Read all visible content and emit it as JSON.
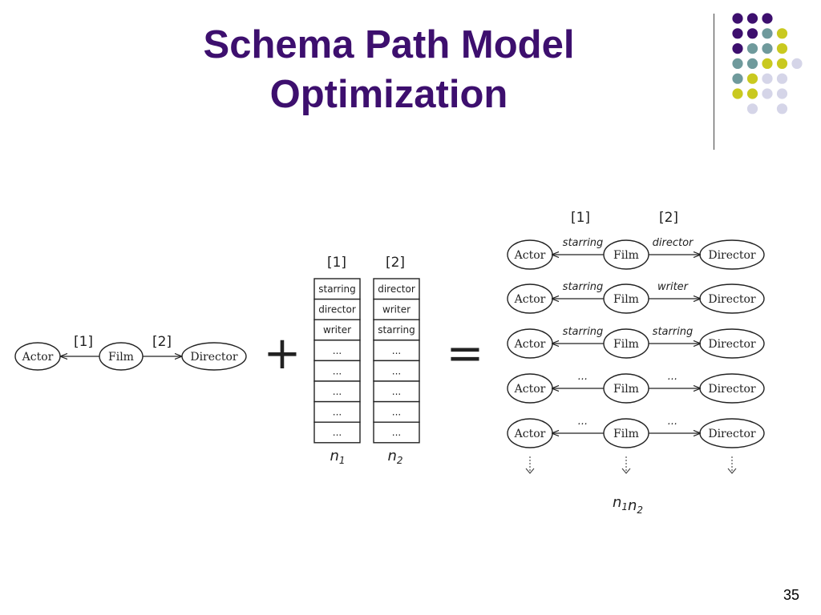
{
  "slide": {
    "title_line1": "Schema Path Model",
    "title_line2": "Optimization",
    "page_number": "35"
  },
  "colors": {
    "title": "#3d0f6e",
    "dot_purple": "#3d0f6e",
    "dot_teal": "#6f9a9c",
    "dot_yellow": "#c9c91f",
    "dot_lavender": "#d5d5e8"
  },
  "decor": {
    "dot_grid": [
      [
        "purple",
        "purple",
        "purple",
        null
      ],
      [
        "purple",
        "purple",
        "teal",
        "yellow"
      ],
      [
        "purple",
        "teal",
        "teal",
        "yellow"
      ],
      [
        "teal",
        "teal",
        "yellow",
        "yellow",
        "lavender"
      ],
      [
        "teal",
        "yellow",
        "lavender",
        "lavender"
      ],
      [
        "yellow",
        "yellow",
        "lavender",
        "lavender"
      ],
      [
        null,
        "lavender",
        null,
        "lavender"
      ]
    ]
  },
  "diagram": {
    "schema": {
      "nodes": [
        "Actor",
        "Film",
        "Director"
      ],
      "edge1": "[1]",
      "edge2": "[2]"
    },
    "plus": "+",
    "equals": "=",
    "list1": {
      "header": "[1]",
      "items": [
        "starring",
        "director",
        "writer",
        "...",
        "...",
        "...",
        "...",
        "..."
      ],
      "count": "n1"
    },
    "list2": {
      "header": "[2]",
      "items": [
        "director",
        "writer",
        "starring",
        "...",
        "...",
        "...",
        "...",
        "..."
      ],
      "count": "n2"
    },
    "result": {
      "header1": "[1]",
      "header2": "[2]",
      "paths": [
        {
          "node1": "Actor",
          "edge1": "starring",
          "node2": "Film",
          "edge2": "director",
          "node3": "Director"
        },
        {
          "node1": "Actor",
          "edge1": "starring",
          "node2": "Film",
          "edge2": "writer",
          "node3": "Director"
        },
        {
          "node1": "Actor",
          "edge1": "starring",
          "node2": "Film",
          "edge2": "starring",
          "node3": "Director"
        },
        {
          "node1": "Actor",
          "edge1": "...",
          "node2": "Film",
          "edge2": "...",
          "node3": "Director"
        },
        {
          "node1": "Actor",
          "edge1": "...",
          "node2": "Film",
          "edge2": "...",
          "node3": "Director"
        }
      ],
      "count": "n1n2"
    }
  }
}
